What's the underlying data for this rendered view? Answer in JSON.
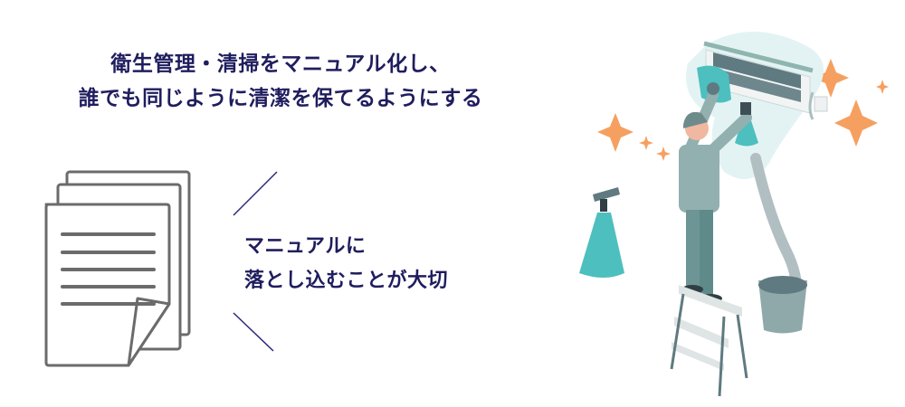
{
  "headline": {
    "line1": "衛生管理・清掃をマニュアル化し、",
    "line2": "誰でも同じように清潔を保てるようにする"
  },
  "callout": {
    "line1": "マニュアルに",
    "line2": "落とし込むことが大切"
  },
  "icons": {
    "documents": "document-stack-icon",
    "illustration": "aircon-cleaning-illustration"
  },
  "colors": {
    "text": "#1f1d5e",
    "accent_line": "#2a2a7a",
    "doc_stroke": "#6b6b6b",
    "teal": "#4dbfbf",
    "slate": "#5f7a80",
    "sparkle": "#f5a060"
  }
}
